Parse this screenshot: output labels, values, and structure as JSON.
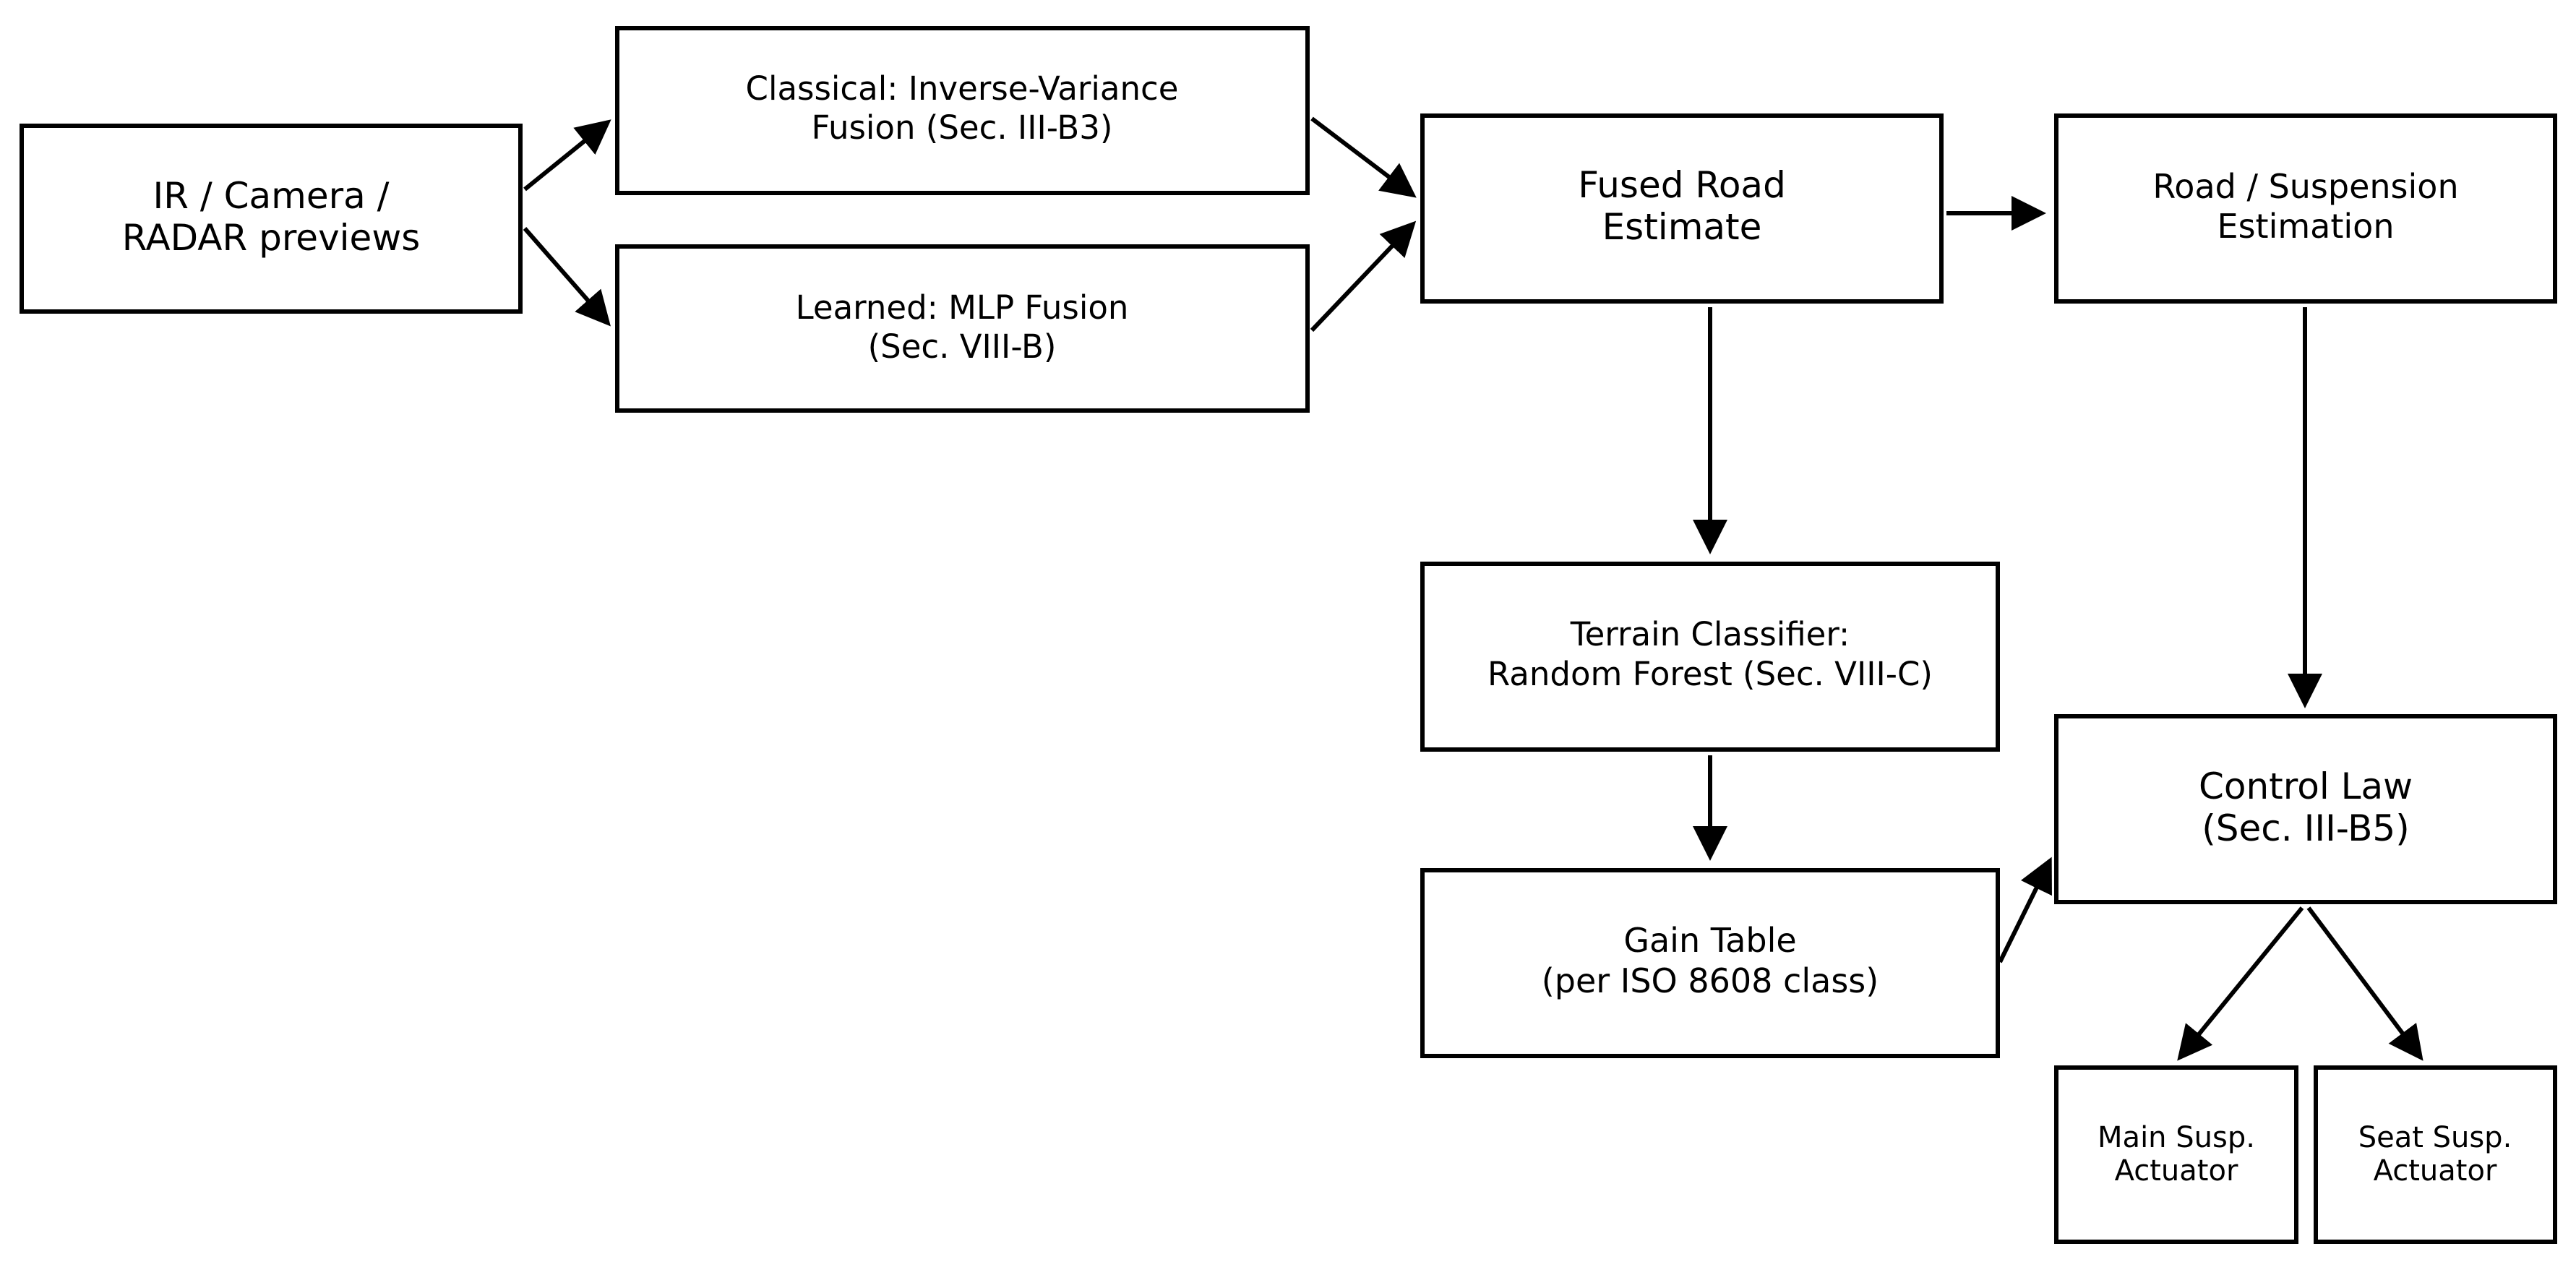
{
  "colors": {
    "stroke": "#000000",
    "box_fill": "#ffffff",
    "background": "#ffffff"
  },
  "nodes": {
    "previews": {
      "line1": "IR / Camera /",
      "line2": "RADAR previews"
    },
    "classical": {
      "line1": "Classical: Inverse-Variance",
      "line2": "Fusion (Sec. III-B3)"
    },
    "learned": {
      "line1": "Learned: MLP Fusion",
      "line2": "(Sec. VIII-B)"
    },
    "fused": {
      "line1": "Fused Road",
      "line2": "Estimate"
    },
    "estimation": {
      "line1": "Road / Suspension",
      "line2": "Estimation"
    },
    "terrain": {
      "line1": "Terrain Classifier:",
      "line2": "Random Forest (Sec. VIII-C)"
    },
    "gain": {
      "line1": "Gain Table",
      "line2": "(per ISO 8608 class)"
    },
    "control": {
      "line1": "Control Law",
      "line2": "(Sec. III-B5)"
    },
    "main_act": {
      "line1": "Main Susp.",
      "line2": "Actuator"
    },
    "seat_act": {
      "line1": "Seat Susp.",
      "line2": "Actuator"
    }
  },
  "edges": [
    {
      "from": "previews",
      "to": "classical"
    },
    {
      "from": "previews",
      "to": "learned"
    },
    {
      "from": "classical",
      "to": "fused"
    },
    {
      "from": "learned",
      "to": "fused"
    },
    {
      "from": "fused",
      "to": "estimation"
    },
    {
      "from": "fused",
      "to": "terrain"
    },
    {
      "from": "estimation",
      "to": "control"
    },
    {
      "from": "terrain",
      "to": "gain"
    },
    {
      "from": "gain",
      "to": "control"
    },
    {
      "from": "control",
      "to": "main_act"
    },
    {
      "from": "control",
      "to": "seat_act"
    }
  ]
}
